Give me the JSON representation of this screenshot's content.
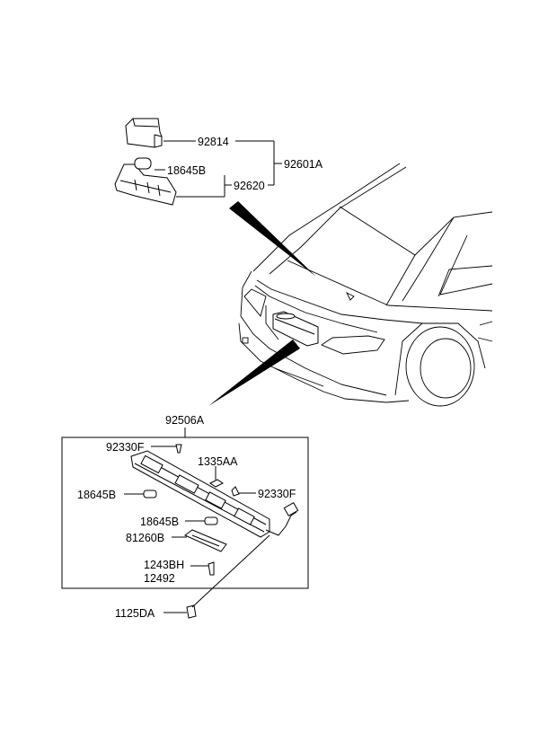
{
  "labels": {
    "p92814": "92814",
    "p18645B_top": "18645B",
    "p92620": "92620",
    "p92601A": "92601A",
    "p92506A": "92506A",
    "p92330F_top": "92330F",
    "p1335AA": "1335AA",
    "p18645B_left": "18645B",
    "p92330F_right": "92330F",
    "p18645B_mid": "18645B",
    "p81260B": "81260B",
    "p1243BH": "1243BH",
    "p12492": "12492",
    "p1125DA": "1125DA"
  }
}
